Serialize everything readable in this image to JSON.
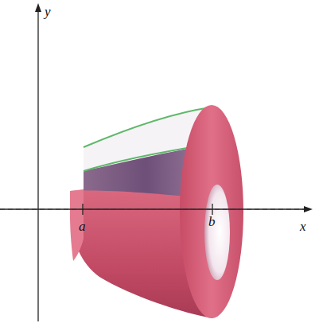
{
  "diagram": {
    "labels": [
      "y",
      "a",
      "b",
      "x"
    ]
  }
}
